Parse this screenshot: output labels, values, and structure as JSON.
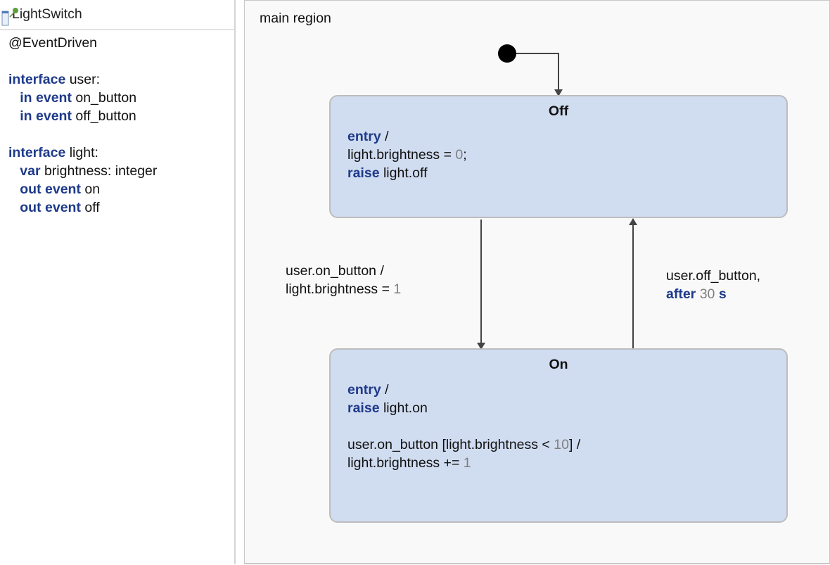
{
  "definition_panel": {
    "title": "LightSwitch",
    "icon": "pin-editor-icon",
    "lines": [
      [
        {
          "t": "@EventDriven"
        }
      ],
      [],
      [
        {
          "t": "interface",
          "k": "kw"
        },
        {
          "t": " user:"
        }
      ],
      [
        {
          "t": "   "
        },
        {
          "t": "in event",
          "k": "kw"
        },
        {
          "t": " on_button"
        }
      ],
      [
        {
          "t": "   "
        },
        {
          "t": "in event",
          "k": "kw"
        },
        {
          "t": " off_button"
        }
      ],
      [],
      [
        {
          "t": "interface",
          "k": "kw"
        },
        {
          "t": " light:"
        }
      ],
      [
        {
          "t": "   "
        },
        {
          "t": "var",
          "k": "kw"
        },
        {
          "t": " brightness: integer"
        }
      ],
      [
        {
          "t": "   "
        },
        {
          "t": "out event",
          "k": "kw"
        },
        {
          "t": " on"
        }
      ],
      [
        {
          "t": "   "
        },
        {
          "t": "out event",
          "k": "kw"
        },
        {
          "t": " off"
        }
      ]
    ]
  },
  "diagram": {
    "region_label": "main region",
    "colors": {
      "keyword": "#1e3a8a",
      "number": "#7f7f7f",
      "state_fill": "#d0dcf0",
      "state_border": "#bdbdbd"
    },
    "states": [
      {
        "name": "Off",
        "lines": [
          [
            {
              "t": "entry",
              "k": "kw"
            },
            {
              "t": " /"
            }
          ],
          [
            {
              "t": "light.brightness = "
            },
            {
              "t": "0",
              "k": "num"
            },
            {
              "t": ";"
            }
          ],
          [
            {
              "t": "raise",
              "k": "kw"
            },
            {
              "t": " light.off"
            }
          ]
        ]
      },
      {
        "name": "On",
        "lines": [
          [
            {
              "t": "entry",
              "k": "kw"
            },
            {
              "t": " /"
            }
          ],
          [
            {
              "t": "raise",
              "k": "kw"
            },
            {
              "t": " light.on"
            }
          ],
          [],
          [
            {
              "t": "user.on_button [light.brightness < "
            },
            {
              "t": "10",
              "k": "num"
            },
            {
              "t": "] /"
            }
          ],
          [
            {
              "t": "light.brightness += "
            },
            {
              "t": "1",
              "k": "num"
            }
          ]
        ]
      }
    ],
    "transitions": [
      {
        "from": "Off",
        "to": "On",
        "lines": [
          [
            {
              "t": "user.on_button /"
            }
          ],
          [
            {
              "t": "light.brightness = "
            },
            {
              "t": "1",
              "k": "num"
            }
          ]
        ]
      },
      {
        "from": "On",
        "to": "Off",
        "lines": [
          [
            {
              "t": "user.off_button,"
            }
          ],
          [
            {
              "t": "after",
              "k": "kw"
            },
            {
              "t": " "
            },
            {
              "t": "30",
              "k": "num"
            },
            {
              "t": " "
            },
            {
              "t": "s",
              "k": "kw"
            }
          ]
        ]
      }
    ]
  }
}
